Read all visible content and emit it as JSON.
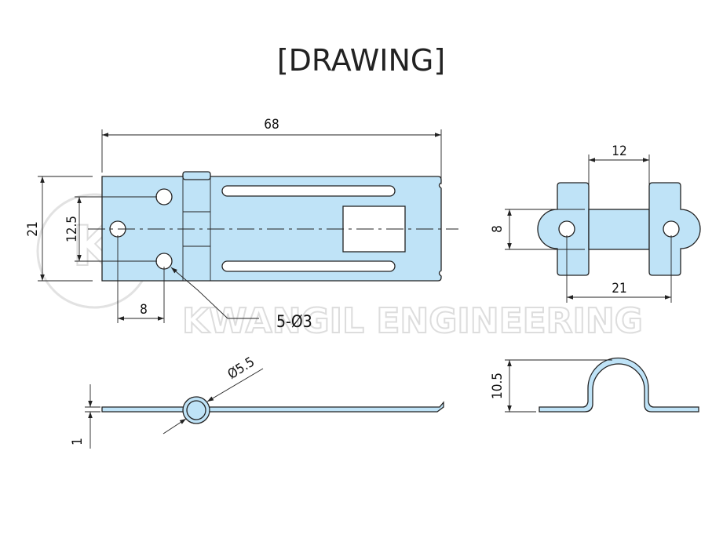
{
  "title": "[DRAWING]",
  "watermark": {
    "text": "KWANGIL ENGINEERING",
    "letter": "K"
  },
  "dimensions": {
    "overall_length": "68",
    "overall_width": "21",
    "hole_spacing_vertical": "12.5",
    "hole_offset": "8",
    "holes": "5-Ø3",
    "pin_diameter": "Ø5.5",
    "thickness": "1",
    "staple_inner_width": "12",
    "staple_leg_width": "8",
    "staple_hole_spacing": "21",
    "staple_height": "10.5"
  },
  "colors": {
    "part_fill": "#bfe3f7",
    "line": "#222222"
  }
}
